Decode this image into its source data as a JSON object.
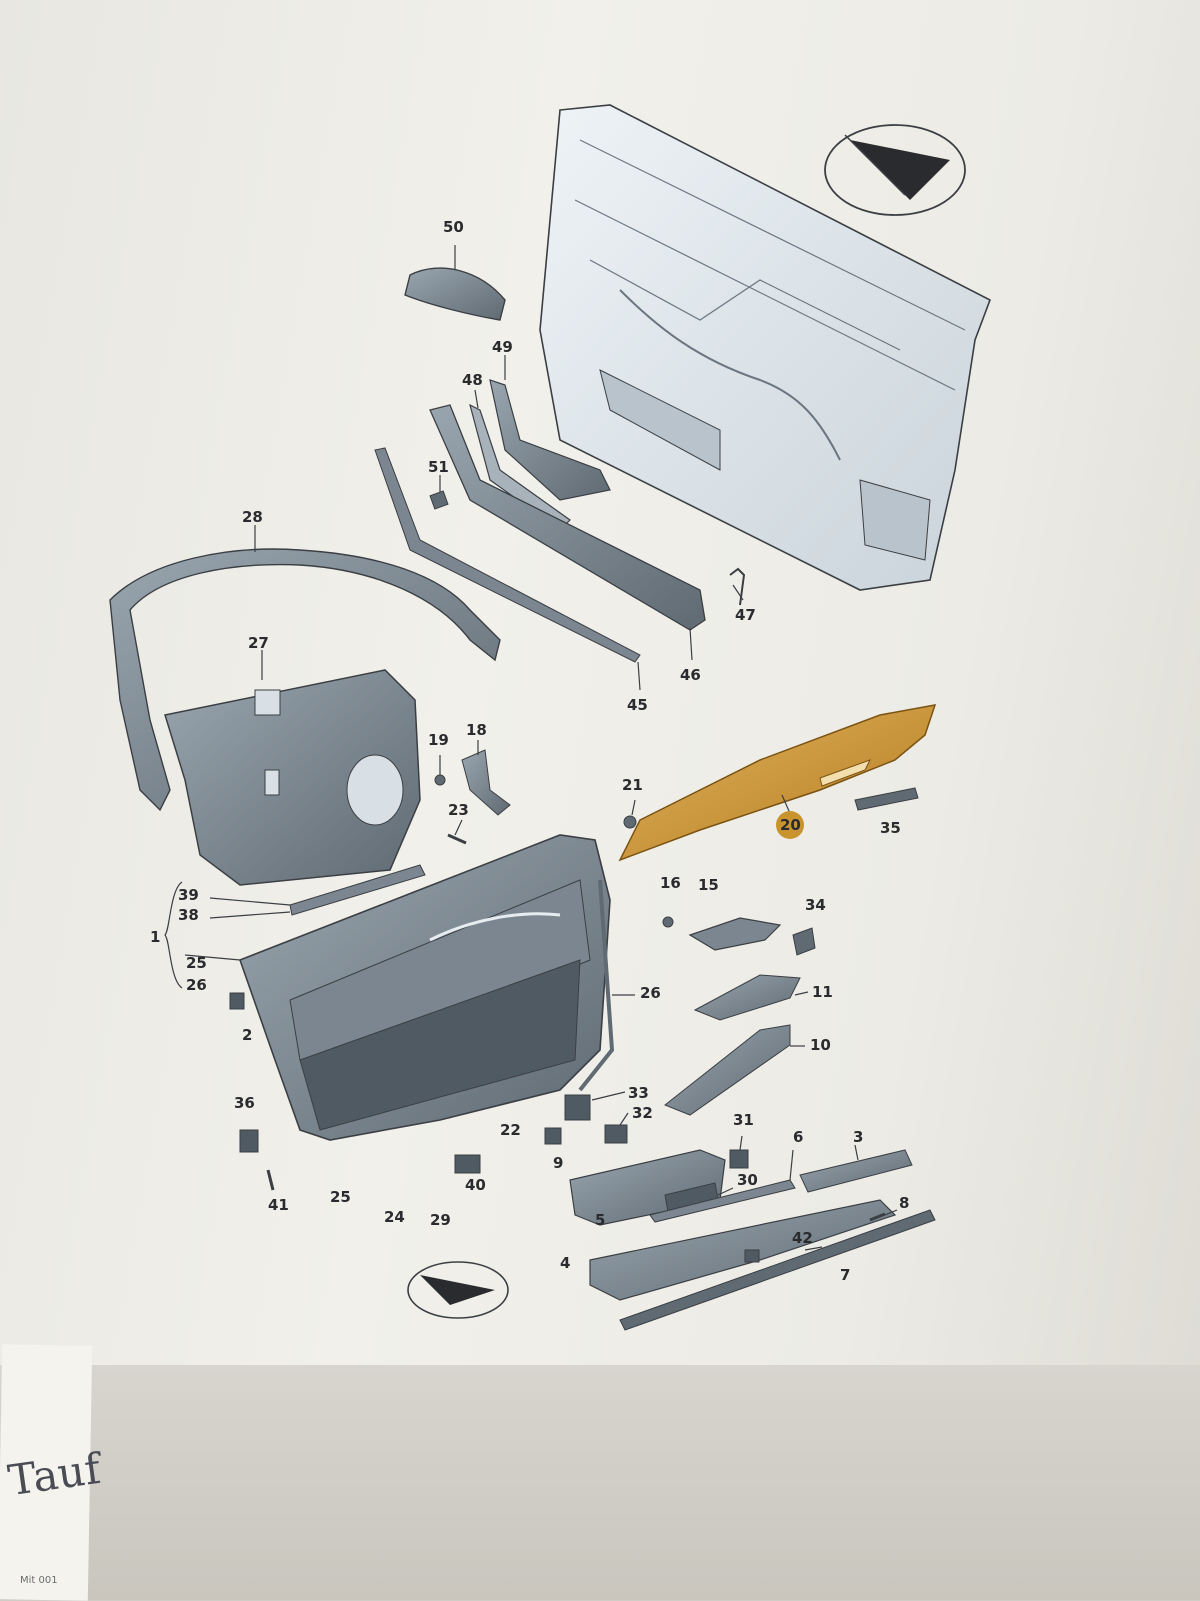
{
  "callouts": [
    {
      "id": "50",
      "label": "50"
    },
    {
      "id": "49",
      "label": "49"
    },
    {
      "id": "48",
      "label": "48"
    },
    {
      "id": "51",
      "label": "51"
    },
    {
      "id": "28",
      "label": "28"
    },
    {
      "id": "47",
      "label": "47"
    },
    {
      "id": "46",
      "label": "46"
    },
    {
      "id": "45",
      "label": "45"
    },
    {
      "id": "27",
      "label": "27"
    },
    {
      "id": "19",
      "label": "19"
    },
    {
      "id": "18",
      "label": "18"
    },
    {
      "id": "21",
      "label": "21"
    },
    {
      "id": "23",
      "label": "23"
    },
    {
      "id": "20",
      "label": "20"
    },
    {
      "id": "35",
      "label": "35"
    },
    {
      "id": "39",
      "label": "39"
    },
    {
      "id": "38",
      "label": "38"
    },
    {
      "id": "1",
      "label": "1"
    },
    {
      "id": "25a",
      "label": "25"
    },
    {
      "id": "26a",
      "label": "26"
    },
    {
      "id": "16",
      "label": "16"
    },
    {
      "id": "15",
      "label": "15"
    },
    {
      "id": "34",
      "label": "34"
    },
    {
      "id": "26b",
      "label": "26"
    },
    {
      "id": "11",
      "label": "11"
    },
    {
      "id": "2",
      "label": "2"
    },
    {
      "id": "10",
      "label": "10"
    },
    {
      "id": "36",
      "label": "36"
    },
    {
      "id": "33",
      "label": "33"
    },
    {
      "id": "32",
      "label": "32"
    },
    {
      "id": "22",
      "label": "22"
    },
    {
      "id": "9",
      "label": "9"
    },
    {
      "id": "31",
      "label": "31"
    },
    {
      "id": "6",
      "label": "6"
    },
    {
      "id": "3",
      "label": "3"
    },
    {
      "id": "30",
      "label": "30"
    },
    {
      "id": "41",
      "label": "41"
    },
    {
      "id": "25b",
      "label": "25"
    },
    {
      "id": "24",
      "label": "24"
    },
    {
      "id": "29",
      "label": "29"
    },
    {
      "id": "40",
      "label": "40"
    },
    {
      "id": "5",
      "label": "5"
    },
    {
      "id": "8",
      "label": "8"
    },
    {
      "id": "42",
      "label": "42"
    },
    {
      "id": "7",
      "label": "7"
    },
    {
      "id": "4",
      "label": "4"
    }
  ],
  "highlight": {
    "part": "20",
    "color": "#c9932e"
  },
  "colors": {
    "part_fill": "#8f9aa3",
    "part_dark": "#4f5a63",
    "line": "#3b3f44",
    "panel_light": "#dfe6ec"
  },
  "icons": [
    "orientation-arrow-icon",
    "orientation-arrow-icon"
  ],
  "footer": {
    "scrawl": "Tauf",
    "note": "Mit 001"
  }
}
